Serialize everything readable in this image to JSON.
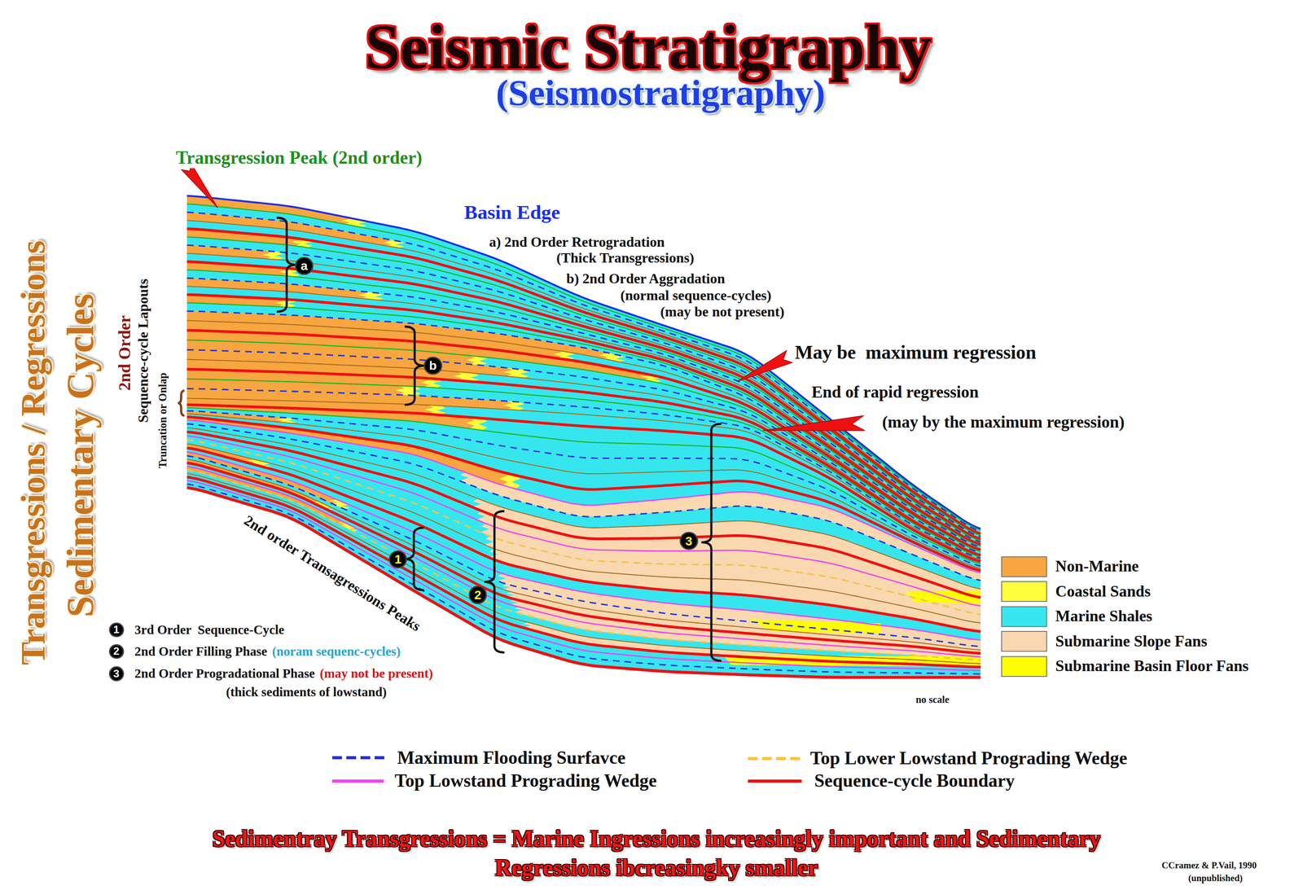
{
  "diagram": {
    "title": "Seismic Stratigraphy",
    "caption": "Sedimentray Transgressions = Marine Ingressions increasingly important and Sedimentary Regressions ibcreasingky smaller",
    "labels": [
      "(Seismostratigraphy)",
      "Transgressions / Regressions",
      "Sedimentary Cycles",
      "Transgression Peak (2nd order)",
      "Basin Edge",
      "a) 2nd Order Retrogradation",
      "(Thick Transgressions)",
      "b) 2nd Order Aggradation",
      "(normal sequence-cycles)",
      "(may be not present)",
      "May be  maximum regression",
      "End of rapid regression",
      "(may by the maximum regression)",
      "2nd Order",
      "Sequence-cycle Lapouts",
      "Truncation or Onlap",
      "a",
      "b",
      "1",
      "2",
      "3",
      "2nd order Transagressions Peaks",
      "1",
      "3rd Order  Sequence-Cycle",
      "2",
      "2nd Order Filling Phase",
      "(noram sequenc-cycles)",
      "3",
      "2nd Order Progradational Phase",
      "(may not be present)",
      "(thick sediments of lowstand)",
      "no scale",
      "CCramez & P.Vail, 1990",
      "(unpublished)"
    ],
    "legend": [
      {
        "text": "Non-Marine",
        "color": "#f7a640"
      },
      {
        "text": "Coastal Sands",
        "color": "#ffff3c"
      },
      {
        "text": "Marine Shales",
        "color": "#36e6ee"
      },
      {
        "text": "Submarine Slope Fans",
        "color": "#f9d8b0"
      },
      {
        "text": "Submarine Basin Floor Fans",
        "color": "#ffff00"
      },
      {
        "text": "Maximum Flooding Surfavce"
      },
      {
        "text": "Top Lower Lowstand Prograding Wedge"
      },
      {
        "text": "Top Lowstand Prograding Wedge"
      },
      {
        "text": "Sequence-cycle Boundary"
      }
    ]
  }
}
